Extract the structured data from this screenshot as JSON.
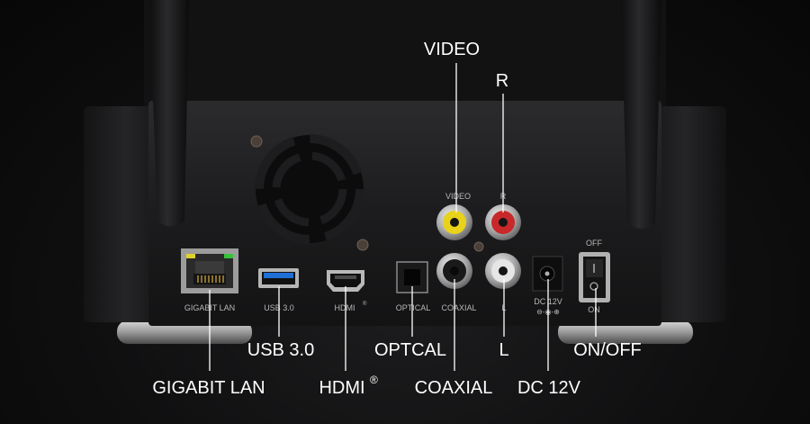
{
  "panel_labels": {
    "video": "VIDEO",
    "r": "R",
    "gigabit_lan": "GIGABIT LAN",
    "usb": "USB 3.0",
    "hdmi": "HDMI",
    "hdmi_mark": "®",
    "optical": "OPTICAL",
    "coaxial": "COAXIAL",
    "l": "L",
    "dc": "DC 12V",
    "dc_polarity": "⊖-◉-⊕",
    "off": "OFF",
    "on": "ON"
  },
  "callouts": {
    "video": "VIDEO",
    "r": "R",
    "usb": "USB 3.0",
    "optical": "OPTCAL",
    "l": "L",
    "on_off": "ON/OFF",
    "gigabit_lan": "GIGABIT LAN",
    "hdmi": "HDMI",
    "hdmi_mark": "®",
    "coaxial": "COAXIAL",
    "dc": "DC 12V"
  },
  "colors": {
    "video_jack": "#e8d21a",
    "r_jack": "#c8282a",
    "l_jack": "#e6e6e6",
    "usb_tongue": "#1f6fd6",
    "lan_led_left": "#e0d22a",
    "lan_led_right": "#38c23a"
  }
}
